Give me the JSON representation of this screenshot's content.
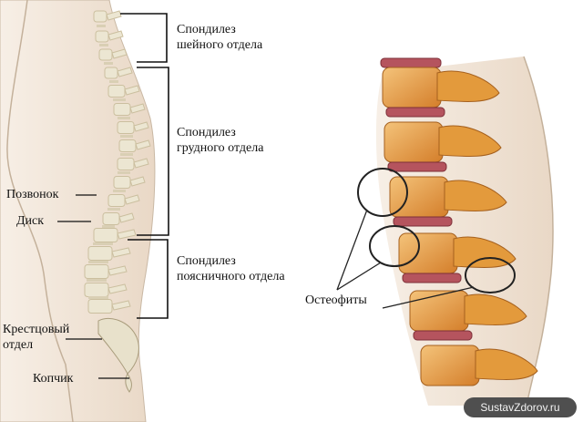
{
  "labels": {
    "cervical_1": "Спондилез",
    "cervical_2": "шейного отдела",
    "thoracic_1": "Спондилез",
    "thoracic_2": "грудного отдела",
    "lumbar_1": "Спондилез",
    "lumbar_2": "поясничного отдела",
    "vertebra": "Позвонок",
    "disc": "Диск",
    "sacral_1": "Крестцовый",
    "sacral_2": "отдел",
    "coccyx": "Копчик",
    "osteophytes": "Остеофиты"
  },
  "watermark": "SustavZdorov.ru",
  "colors": {
    "skin": "#f1e4d6",
    "bone": "#ece6d2",
    "bone_shade": "#cbbf9f",
    "vertebra_orange": "#e39a3c",
    "disc_red": "#b5545e",
    "bracket": "#111111"
  }
}
